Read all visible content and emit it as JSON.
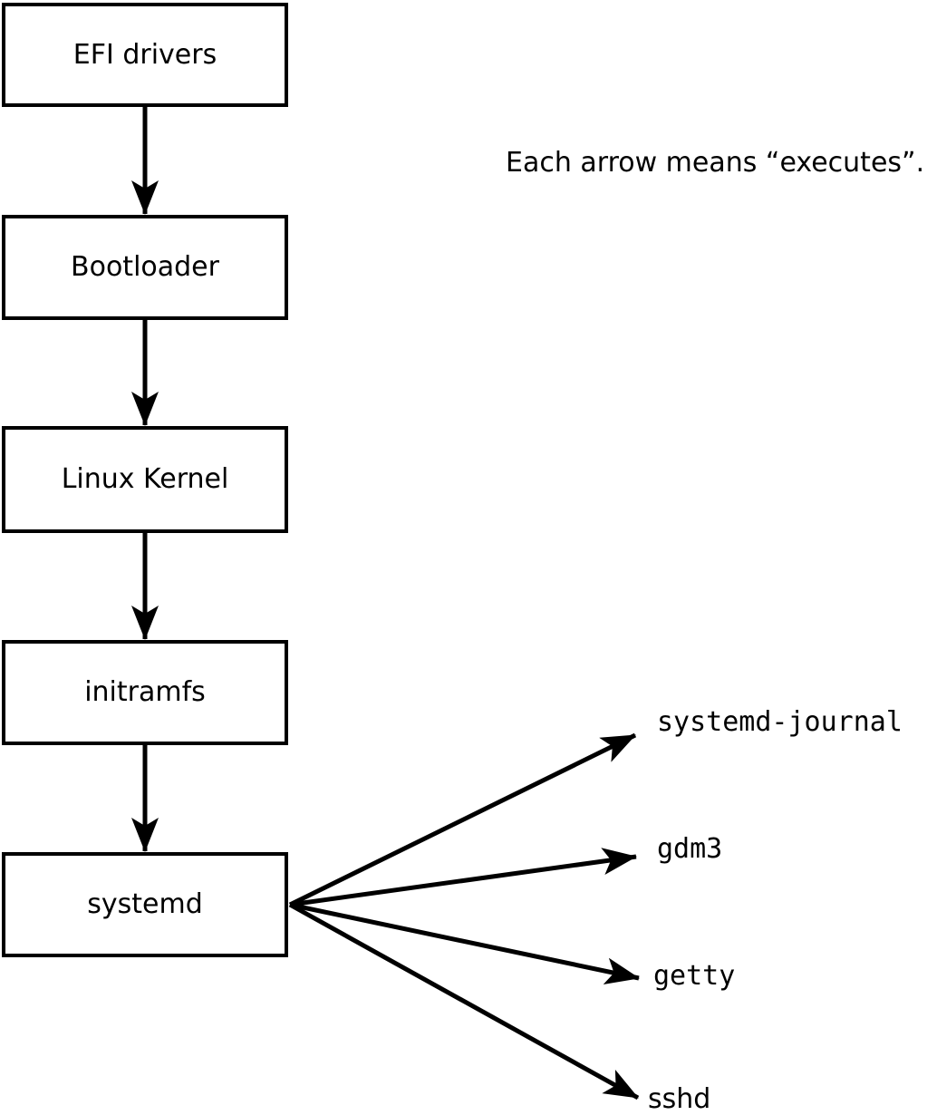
{
  "diagram": {
    "title_note": "Each arrow means “executes”.",
    "arrow_semantics": "executes",
    "colors": {
      "stroke": "#000000",
      "box_fill": "#ffffff",
      "background": "#ffffff"
    },
    "chain": [
      {
        "label": "EFI drivers"
      },
      {
        "label": "Bootloader"
      },
      {
        "label": "Linux Kernel"
      },
      {
        "label": "initramfs"
      },
      {
        "label": "systemd"
      }
    ],
    "spawned_processes": [
      {
        "label": "systemd-journal"
      },
      {
        "label": "gdm3"
      },
      {
        "label": "getty"
      },
      {
        "label": "sshd"
      }
    ]
  }
}
